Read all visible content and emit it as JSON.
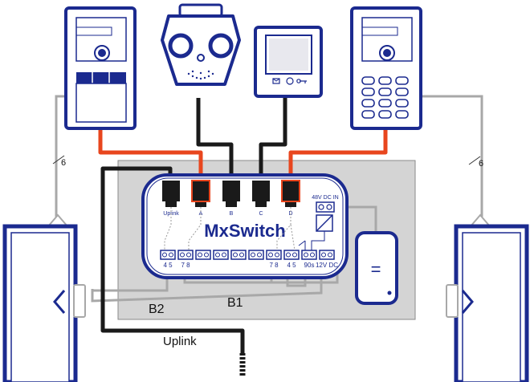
{
  "switch": {
    "brand": "MxSwitch",
    "ports": {
      "uplink": "Uplink",
      "a": "A",
      "b": "B",
      "c": "C",
      "d": "D"
    },
    "power_in": "48V DC IN",
    "terminals": {
      "t1": "4 5",
      "t2": "7 8",
      "t3": "7 8",
      "t4": "4 5",
      "t5": "90s",
      "t6": "12V DC"
    },
    "psu_symbol": "="
  },
  "labels": {
    "b2": "B2",
    "b1": "B1",
    "uplink": "Uplink",
    "wires_left": "6",
    "wires_right": "6"
  },
  "colors": {
    "device_blue": "#1b2a8f",
    "panel_gray": "#d4d4d4",
    "poe_cable": "#e8461e",
    "lan_cable": "#1a1a1a",
    "wire_gray": "#a8a8a8"
  }
}
